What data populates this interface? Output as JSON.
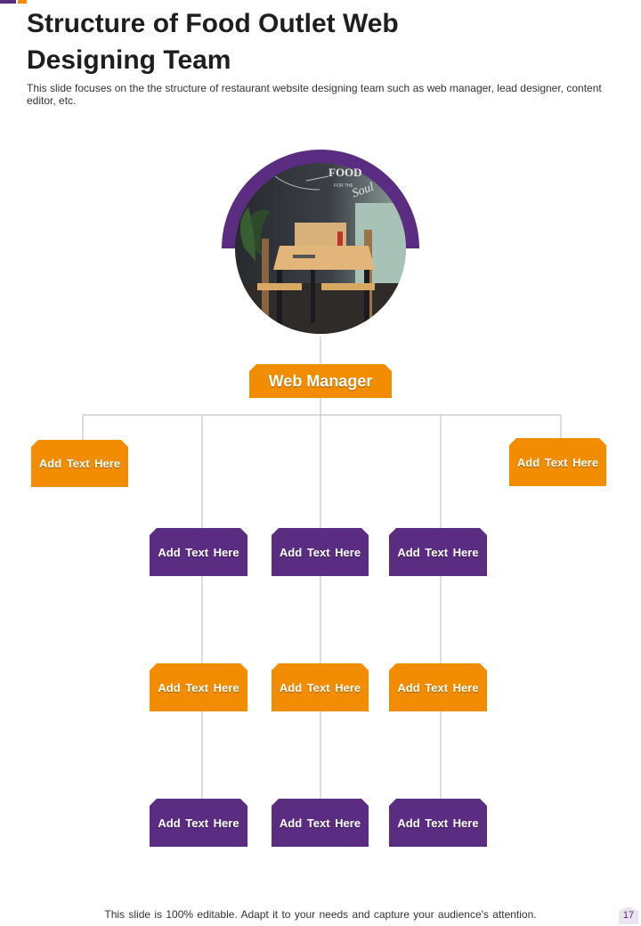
{
  "slide": {
    "title": "Structure of Food Outlet Web Designing Team",
    "subtitle": "This slide focuses on the the structure of restaurant website designing team such as web manager, lead designer, content editor, etc.",
    "footer": "This slide is 100% editable. Adapt it to your needs and capture your audience's attention.",
    "page_number": "17"
  },
  "colors": {
    "purple": "#5a2d82",
    "orange": "#f28c00",
    "connector": "#c8c8c8"
  },
  "photo": {
    "chalkboard_line1": "FOOD",
    "chalkboard_line2": "FOR THE",
    "chalkboard_line3": "Soul"
  },
  "org": {
    "manager": "Web Manager",
    "left_node": "Add Text Here",
    "right_node": "Add Text Here",
    "columns": [
      [
        "Add Text Here",
        "Add Text Here",
        "Add Text Here"
      ],
      [
        "Add Text Here",
        "Add Text Here",
        "Add Text Here"
      ],
      [
        "Add Text Here",
        "Add Text Here",
        "Add Text Here"
      ]
    ]
  }
}
